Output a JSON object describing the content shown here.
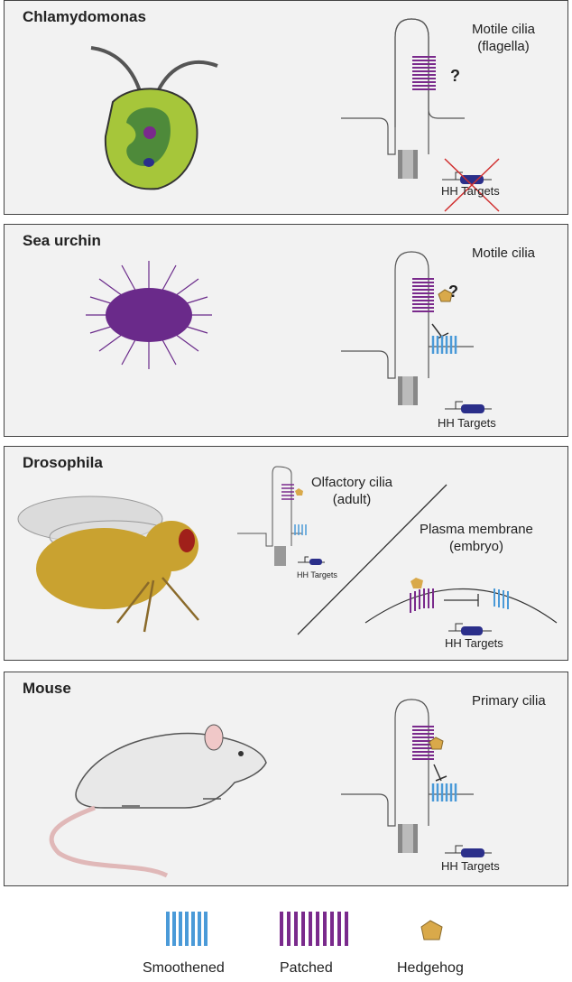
{
  "panels": [
    {
      "title": "Chlamydomonas",
      "cilia_label_1": "Motile cilia",
      "cilia_label_2": "(flagella)",
      "question": "?",
      "targets": "HH Targets"
    },
    {
      "title": "Sea urchin",
      "cilia_label_1": "Motile cilia",
      "question": "?",
      "targets": "HH Targets"
    },
    {
      "title": "Drosophila",
      "cilia_label_1": "Olfactory cilia",
      "cilia_label_2": "(adult)",
      "membrane_label_1": "Plasma membrane",
      "membrane_label_2": "(embryo)",
      "targets_small": "HH Targets",
      "targets": "HH Targets"
    },
    {
      "title": "Mouse",
      "cilia_label_1": "Primary cilia",
      "targets": "HH Targets"
    }
  ],
  "legend": {
    "smoothened": "Smoothened",
    "patched": "Patched",
    "hedgehog": "Hedgehog"
  },
  "colors": {
    "patched": "#7a2a8c",
    "smoothened": "#4a9ad8",
    "hedgehog": "#d9a94a",
    "target_gene": "#2b2f8a",
    "panel_bg": "#f2f2f2"
  }
}
